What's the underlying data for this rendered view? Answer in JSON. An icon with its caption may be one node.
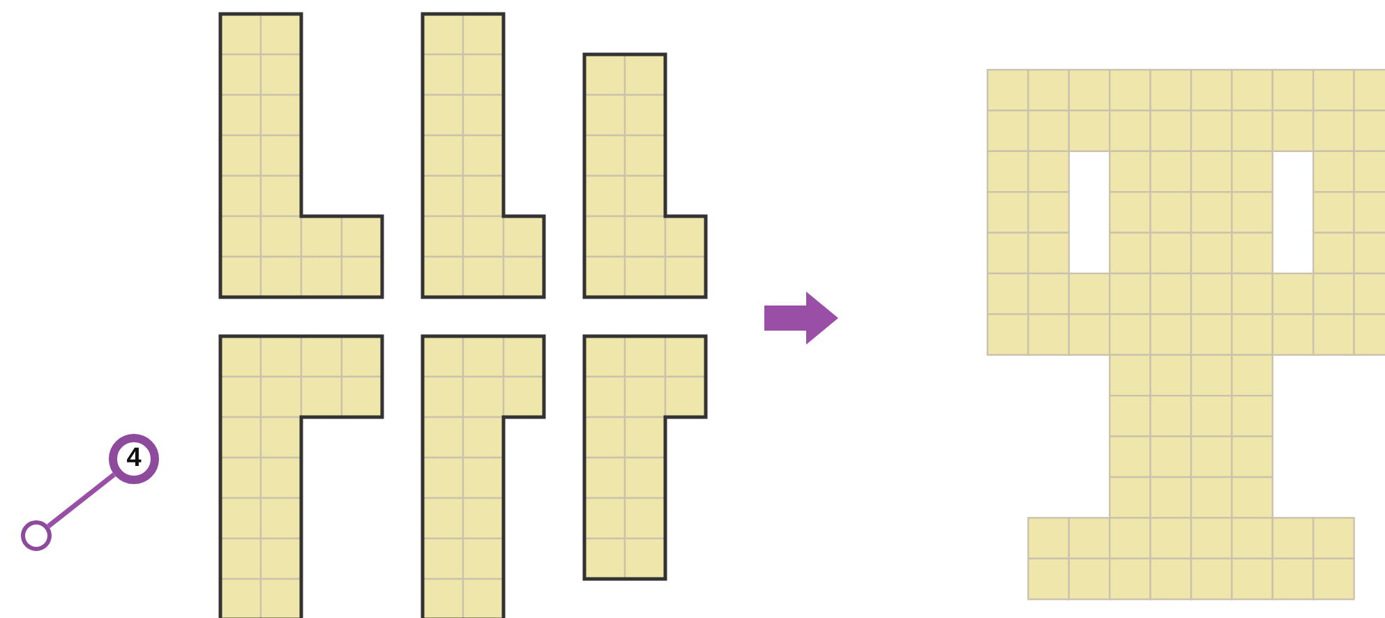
{
  "diagram": {
    "nodes": [
      {
        "text": [
          "4"
        ]
      },
      {
        "text": [],
        "shape": "circle"
      }
    ],
    "edges": [
      {
        "from": 0,
        "to": 1,
        "arrow": "none"
      }
    ]
  }
}
